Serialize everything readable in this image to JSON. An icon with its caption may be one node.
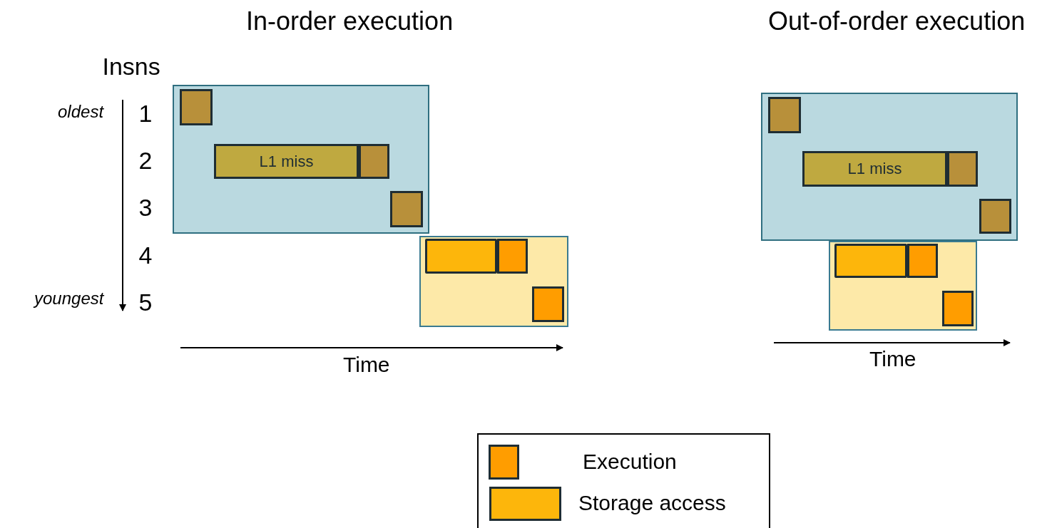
{
  "diagram": {
    "nodes": [
      {
        "text": [],
        "shape": "box"
      },
      {
        "text": [],
        "shape": "box",
        "in": 0
      },
      {
        "text": [
          "L1 miss"
        ],
        "in": 0
      },
      {
        "text": [],
        "shape": "box",
        "in": 0
      },
      {
        "text": [],
        "shape": "box",
        "in": 0
      },
      {
        "text": [],
        "shape": "box"
      },
      {
        "text": [],
        "shape": "bar",
        "in": 5
      },
      {
        "text": [],
        "shape": "box",
        "in": 5
      },
      {
        "text": [],
        "shape": "box",
        "in": 5
      },
      {
        "text": [],
        "shape": "box"
      },
      {
        "text": [],
        "shape": "box",
        "in": 9
      },
      {
        "text": [
          "L1 miss"
        ],
        "in": 9
      },
      {
        "text": [],
        "shape": "box",
        "in": 9
      },
      {
        "text": [],
        "shape": "box",
        "in": 9
      },
      {
        "text": [],
        "shape": "box"
      },
      {
        "text": [],
        "shape": "bar",
        "in": 14
      },
      {
        "text": [],
        "shape": "box",
        "in": 14
      },
      {
        "text": [],
        "shape": "box",
        "in": 14
      }
    ],
    "labels": [
      "In-order execution",
      "Out-of-order execution",
      "Insns",
      "oldest",
      "1",
      "2",
      "3",
      "4",
      "youngest",
      "5",
      "Time",
      "Time"
    ],
    "legend": [
      {
        "text": "Execution",
        "color": "#ff9d00"
      },
      {
        "text": "Storage access",
        "color": "#fdb60b"
      }
    ]
  }
}
